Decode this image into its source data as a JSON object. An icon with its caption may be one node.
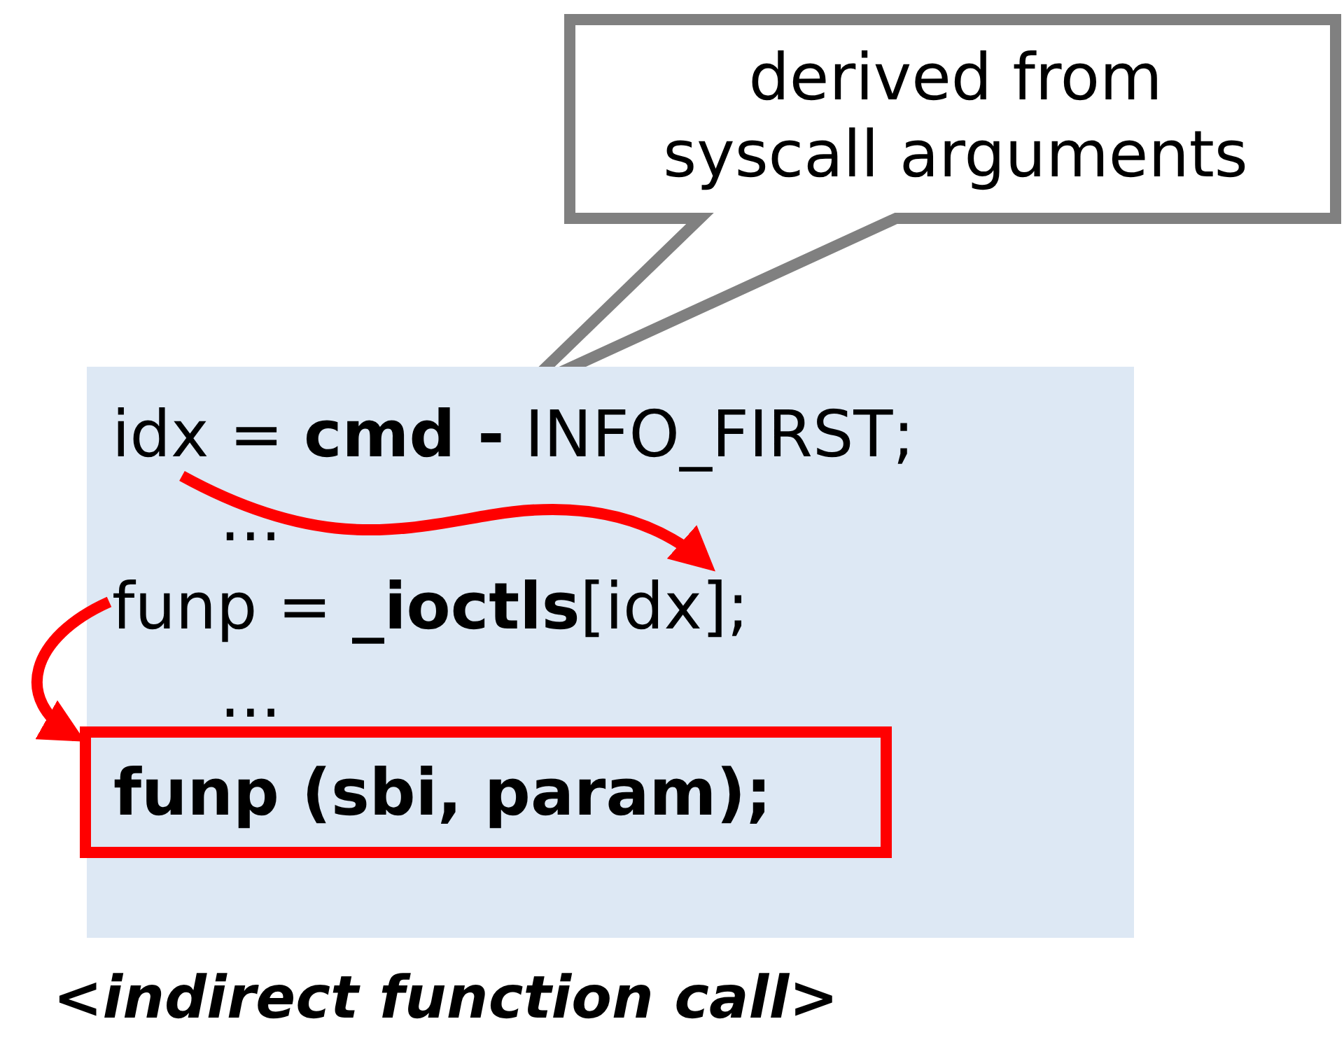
{
  "diagram": {
    "caption": "<indirect function call>",
    "nodes": [
      {
        "text": [
          "derived from syscall arguments"
        ]
      },
      {
        "text": [],
        "shape": "box"
      },
      {
        "text": [
          "idx = **cmd -** INFO_FIRST;"
        ],
        "in": 1
      },
      {
        "text": [
          "funp = **_ioctls**[idx];"
        ],
        "in": 1
      },
      {
        "text": [
          "funp (sbi, param);"
        ],
        "in": 1
      }
    ],
    "edges": [
      {
        "from": 2,
        "to": 3,
        "arrow": "to"
      },
      {
        "from": 3,
        "to": 4,
        "arrow": "to"
      }
    ],
    "labels": [
      "...",
      "..."
    ]
  }
}
